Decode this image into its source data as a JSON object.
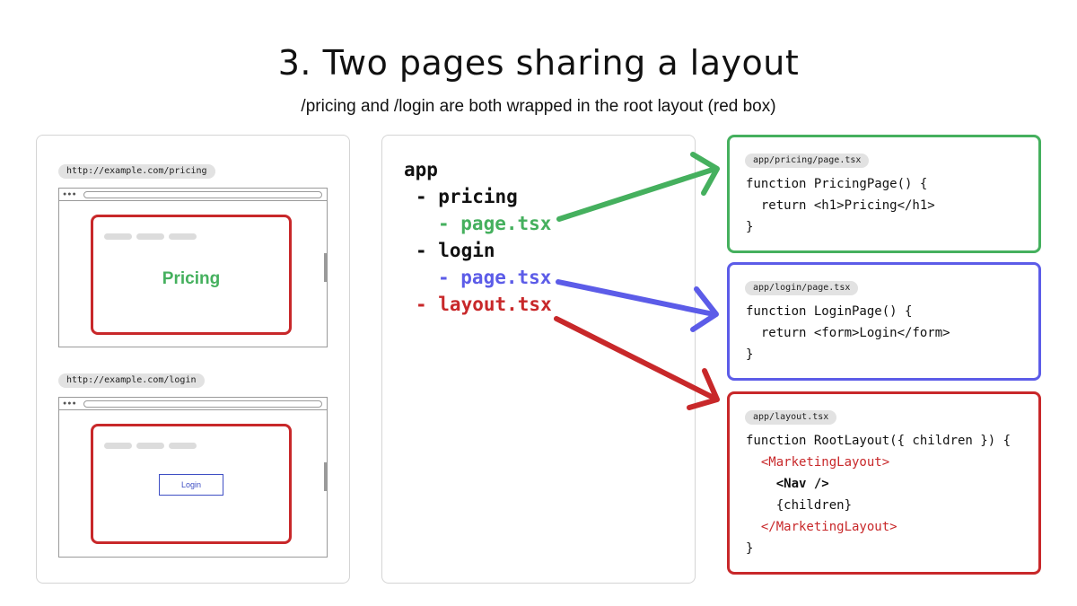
{
  "header": {
    "title": "3. Two pages sharing a layout",
    "subtitle": "/pricing and /login are both wrapped in the root layout (red box)"
  },
  "browsers": {
    "pricing": {
      "url": "http://example.com/pricing",
      "content_label": "Pricing"
    },
    "login": {
      "url": "http://example.com/login",
      "button_label": "Login"
    }
  },
  "tree": {
    "root": "app",
    "pricing_dir": "- pricing",
    "pricing_page": "- page.tsx",
    "login_dir": "- login",
    "login_page": "- page.tsx",
    "layout_file": "- layout.tsx"
  },
  "code": {
    "pricing": {
      "path": "app/pricing/page.tsx",
      "line1": "function PricingPage() {",
      "line2": "  return <h1>Pricing</h1>",
      "line3": "}"
    },
    "login": {
      "path": "app/login/page.tsx",
      "line1": "function LoginPage() {",
      "line2": "  return <form>Login</form>",
      "line3": "}"
    },
    "layout": {
      "path": "app/layout.tsx",
      "line1": "function RootLayout({ children }) {",
      "line2": "  <MarketingLayout>",
      "line3": "    <Nav />",
      "line4": "    {children}",
      "line5": "  </MarketingLayout>",
      "line6": "}"
    }
  },
  "colors": {
    "green": "#45b05e",
    "blue": "#5c5ce8",
    "red": "#c8282a"
  },
  "icons": {
    "window_dots": "three-dots-icon",
    "arrows": "curved-arrow-icon"
  }
}
